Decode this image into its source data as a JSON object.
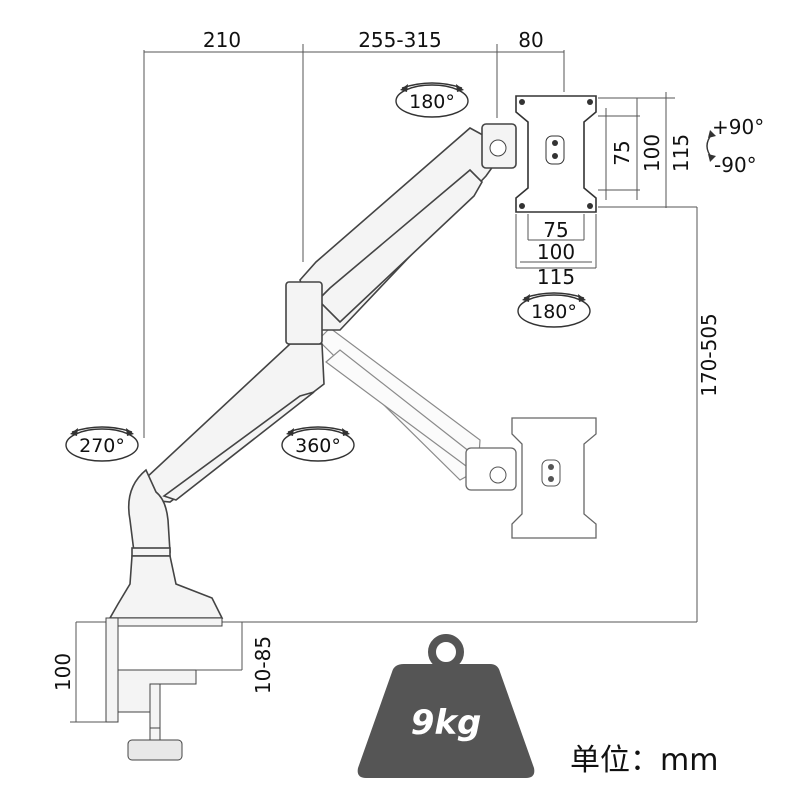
{
  "dimensions": {
    "top_reach_a": "210",
    "top_reach_b": "255-315",
    "top_reach_c": "80",
    "vesa_right_115": "115",
    "vesa_right_100": "100",
    "vesa_right_75": "75",
    "vesa_bottom_75": "75",
    "vesa_bottom_100": "100",
    "vesa_bottom_115": "115",
    "height_range": "170-505",
    "clamp_height": "100",
    "desk_thickness": "10-85"
  },
  "rotations": {
    "top_180": "180°",
    "bottom_180": "180°",
    "base_270": "270°",
    "arm_360": "360°",
    "tilt_up": "+90°",
    "tilt_down": "-90°"
  },
  "weight": {
    "label": "9kg",
    "color": "#555555"
  },
  "unit_label": "单位：mm",
  "icons": [
    "rotation-arrow-icon",
    "tilt-arc-icon",
    "weight-icon"
  ]
}
